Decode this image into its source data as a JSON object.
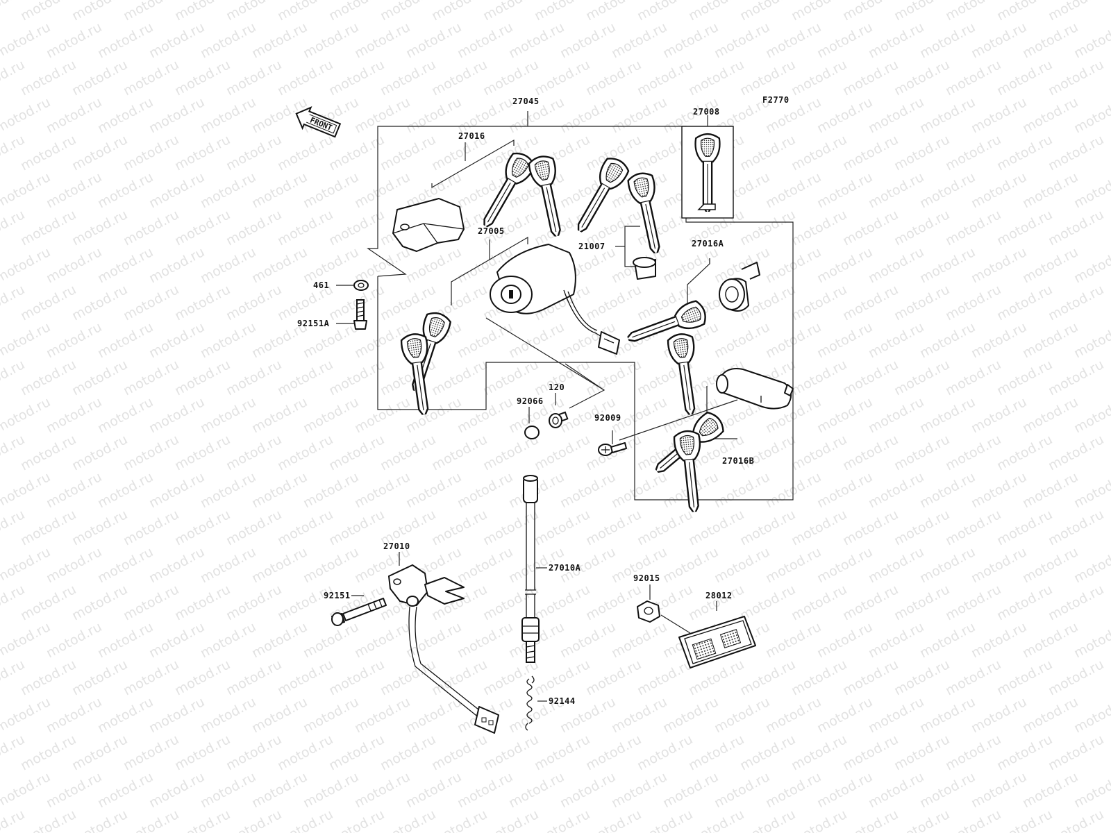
{
  "figure_code": "F2770",
  "watermark": "motod.ru",
  "front_label": "FRONT",
  "parts": {
    "p27045": "27045",
    "p27016": "27016",
    "p27008": "27008",
    "p27005": "27005",
    "p21007": "21007",
    "p27016A": "27016A",
    "p461": "461",
    "p92151A": "92151A",
    "p120": "120",
    "p92066": "92066",
    "p92009": "92009",
    "p27016B": "27016B",
    "p27010": "27010",
    "p27010A": "27010A",
    "p92151": "92151",
    "p92015": "92015",
    "p28012": "28012",
    "p92144": "92144"
  }
}
